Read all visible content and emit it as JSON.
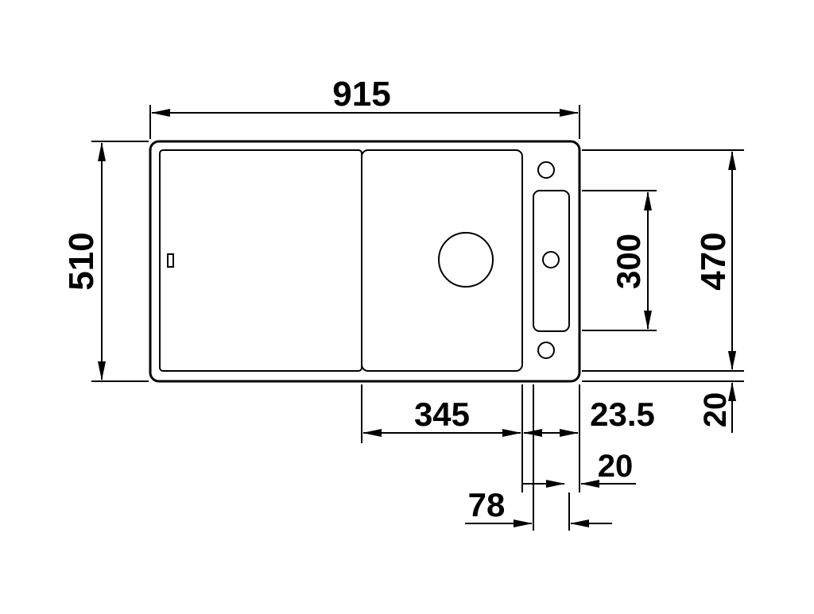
{
  "drawing": {
    "overall_width": "915",
    "overall_depth": "510",
    "bowl_width": "345",
    "tray_offset": "23.5",
    "inner_depth": "470",
    "tray_length": "300",
    "rim_margin": "20",
    "tray_gap": "20",
    "tray_width": "78"
  }
}
